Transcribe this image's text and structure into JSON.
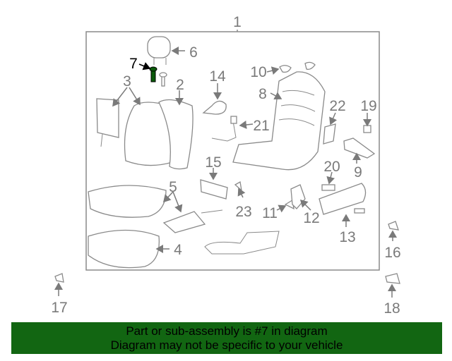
{
  "diagram": {
    "callouts": [
      "1",
      "2",
      "3",
      "4",
      "5",
      "6",
      "7",
      "8",
      "9",
      "10",
      "11",
      "12",
      "13",
      "14",
      "15",
      "16",
      "17",
      "18",
      "19",
      "20",
      "21",
      "22",
      "23"
    ],
    "highlighted_part": "7",
    "highlight_color": "#0a5a0a"
  },
  "banner": {
    "line1": "Part or sub-assembly is #7 in diagram",
    "line2": "Diagram may not be specific to your vehicle",
    "background": "#126612"
  }
}
